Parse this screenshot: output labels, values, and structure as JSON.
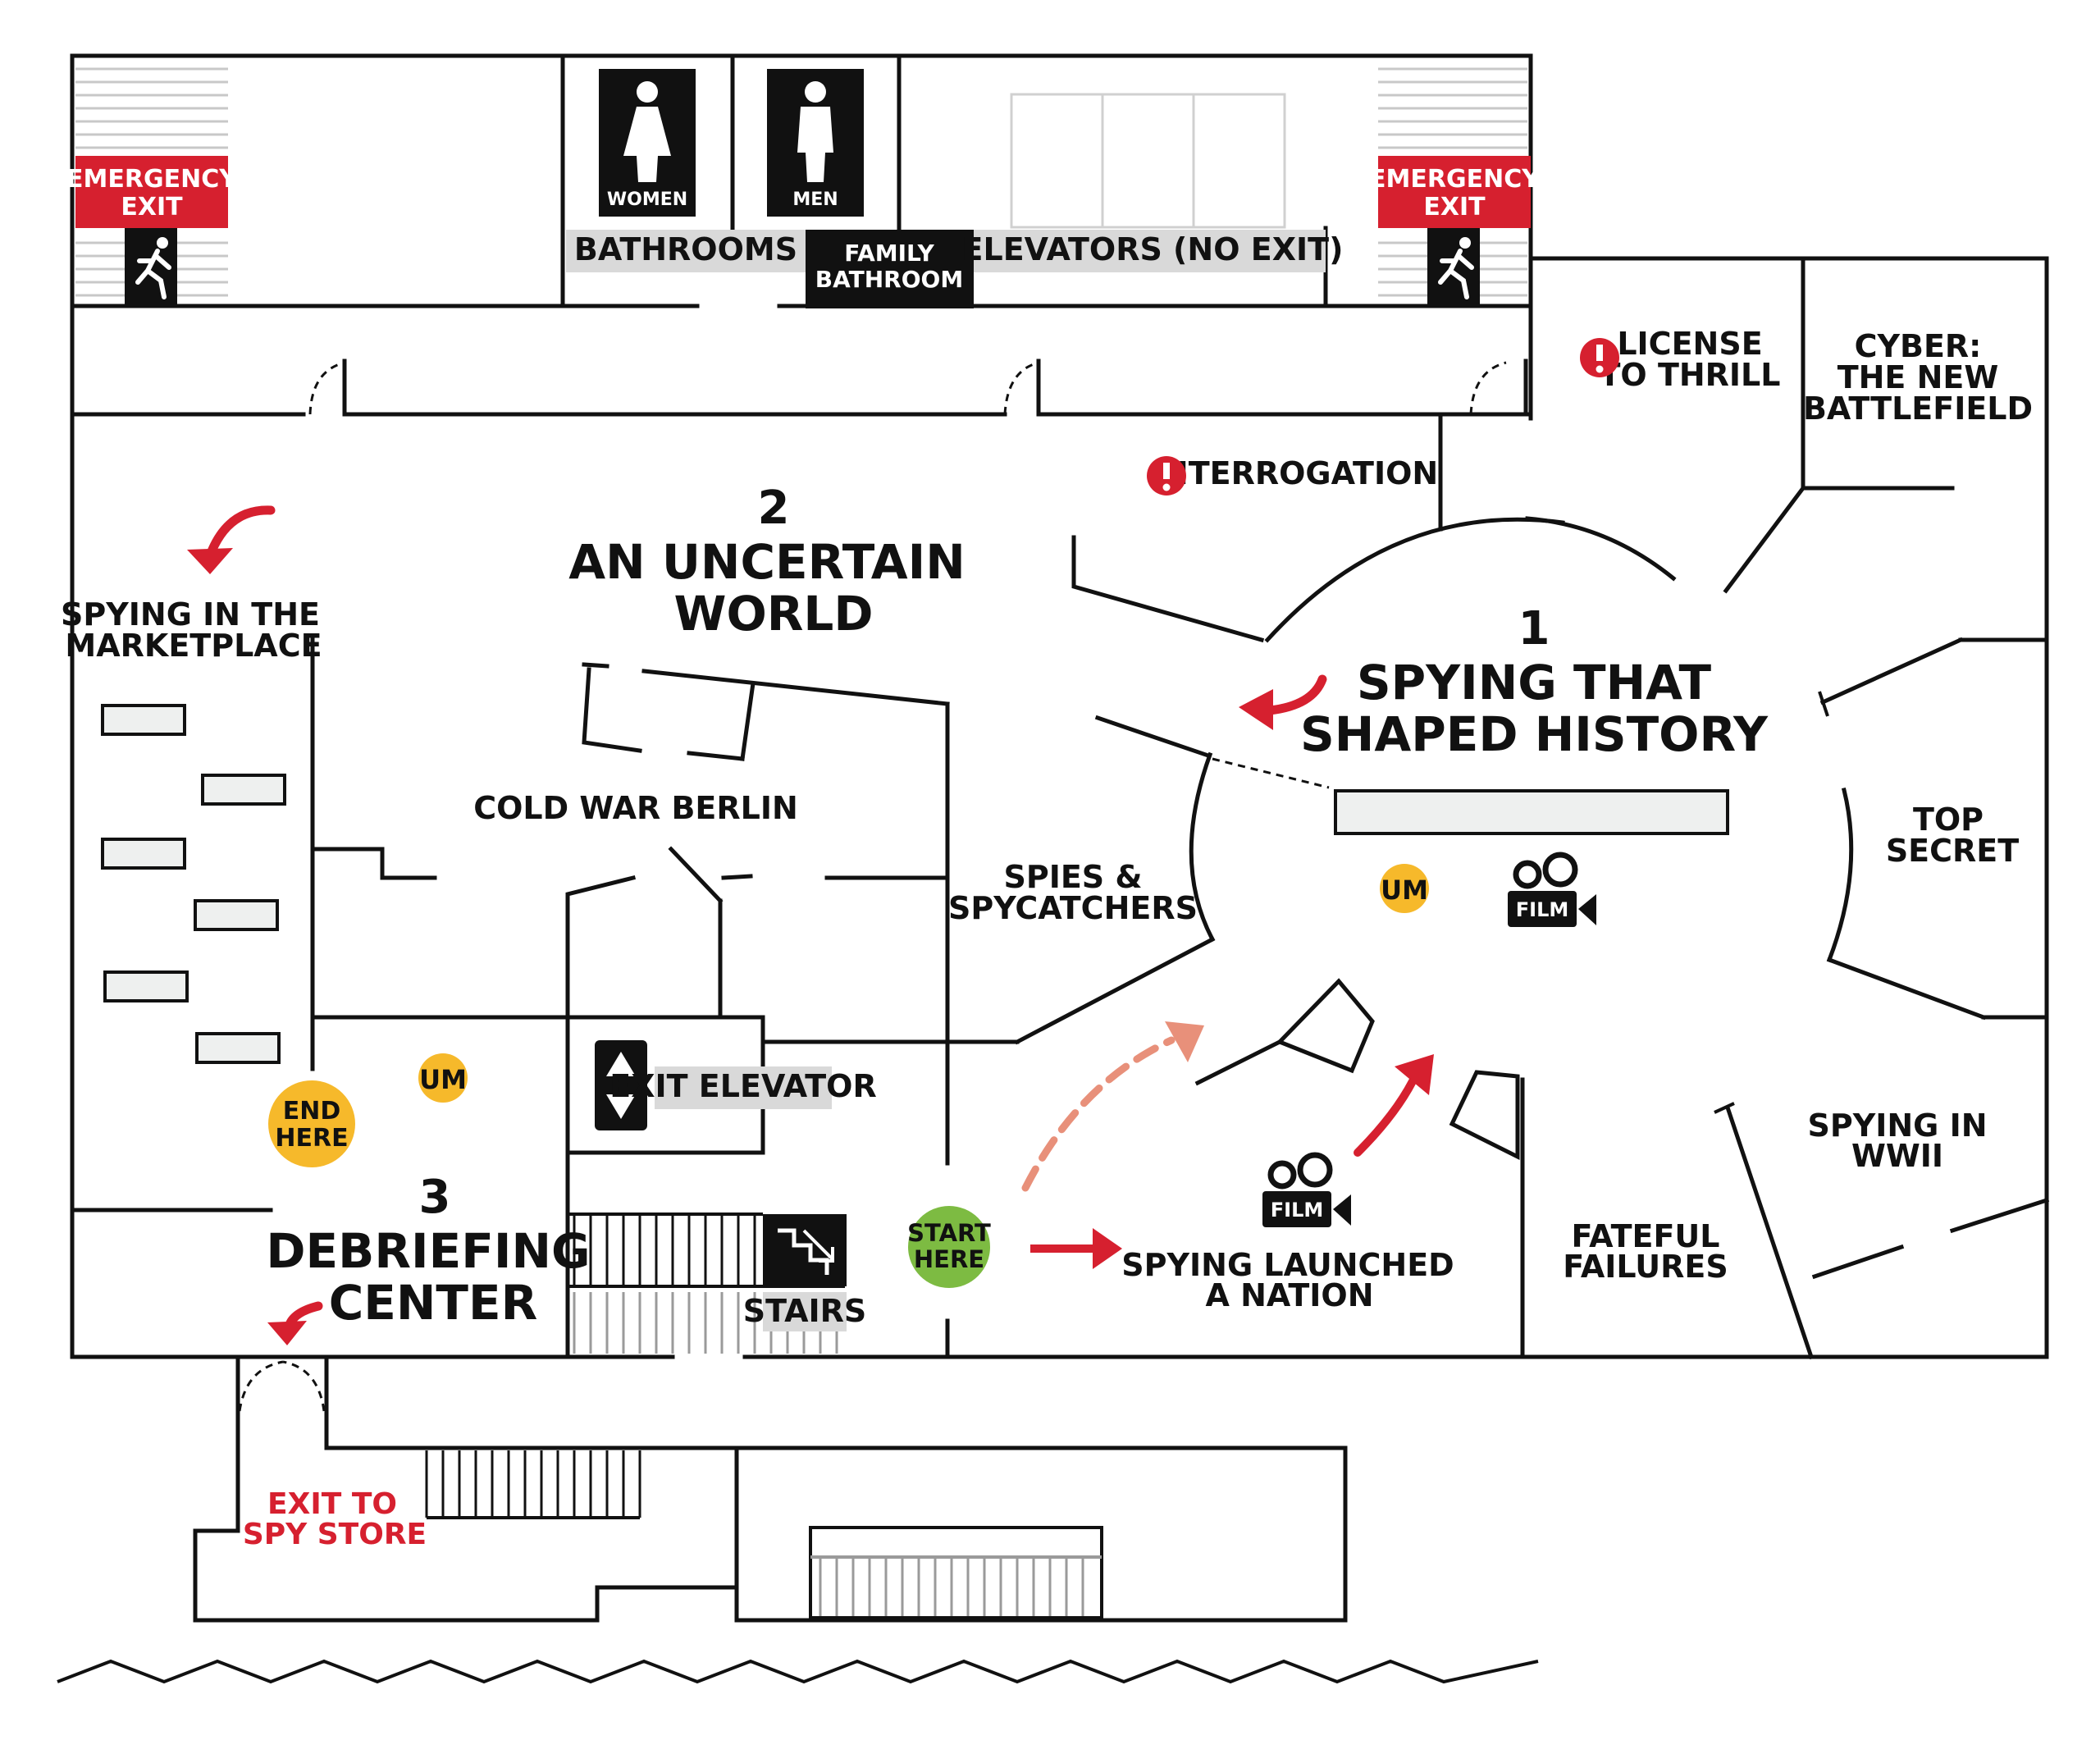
{
  "restrooms": {
    "women": "WOMEN",
    "men": "MEN",
    "bathrooms": "BATHROOMS",
    "family_bathroom_1": "FAMILY",
    "family_bathroom_2": "BATHROOM",
    "elevators": "ELEVATORS (NO EXIT)"
  },
  "emergency_exits": {
    "line1": "EMERGENCY",
    "line2": "EXIT"
  },
  "galleries": {
    "g1_number": "1",
    "g1_line1": "SPYING THAT",
    "g1_line2": "SHAPED HISTORY",
    "g2_number": "2",
    "g2_line1": "AN UNCERTAIN",
    "g2_line2": "WORLD",
    "g3_number": "3",
    "g3_line1": "DEBRIEFING",
    "g3_line2": "CENTER"
  },
  "areas": {
    "license_1": "LICENSE",
    "license_2": "TO THRILL",
    "cyber_1": "CYBER:",
    "cyber_2": "THE NEW",
    "cyber_3": "BATTLEFIELD",
    "interrogation": "INTERROGATION",
    "marketplace_1": "SPYING IN THE",
    "marketplace_2": "MARKETPLACE",
    "cold_war": "COLD WAR BERLIN",
    "spies_1": "SPIES &",
    "spies_2": "SPYCATCHERS",
    "top_secret_1": "TOP",
    "top_secret_2": "SECRET",
    "wwii_1": "SPYING IN",
    "wwii_2": "WWII",
    "fateful_1": "FATEFUL",
    "fateful_2": "FAILURES",
    "launched_1": "SPYING LAUNCHED",
    "launched_2": "A NATION"
  },
  "wayfinding": {
    "exit_elevator": "EXIT ELEVATOR",
    "stairs": "STAIRS",
    "start_1": "START",
    "start_2": "HERE",
    "end_1": "END",
    "end_2": "HERE",
    "spy_store_1": "EXIT TO",
    "spy_store_2": "SPY STORE",
    "um": "UM",
    "film": "FILM"
  },
  "colors": {
    "red": "#d6202f",
    "salmon": "#e8907a",
    "green": "#7dbb42",
    "yellow": "#f6b92b",
    "black": "#111111",
    "light_gray": "#eef0ef",
    "mid_gray": "#d9d9d9"
  },
  "icons": [
    "running-exit-icon",
    "woman-icon",
    "man-icon",
    "alert-icon",
    "film-camera-icon",
    "elevator-arrows-icon",
    "stairs-icon",
    "curved-arrow-icon"
  ]
}
